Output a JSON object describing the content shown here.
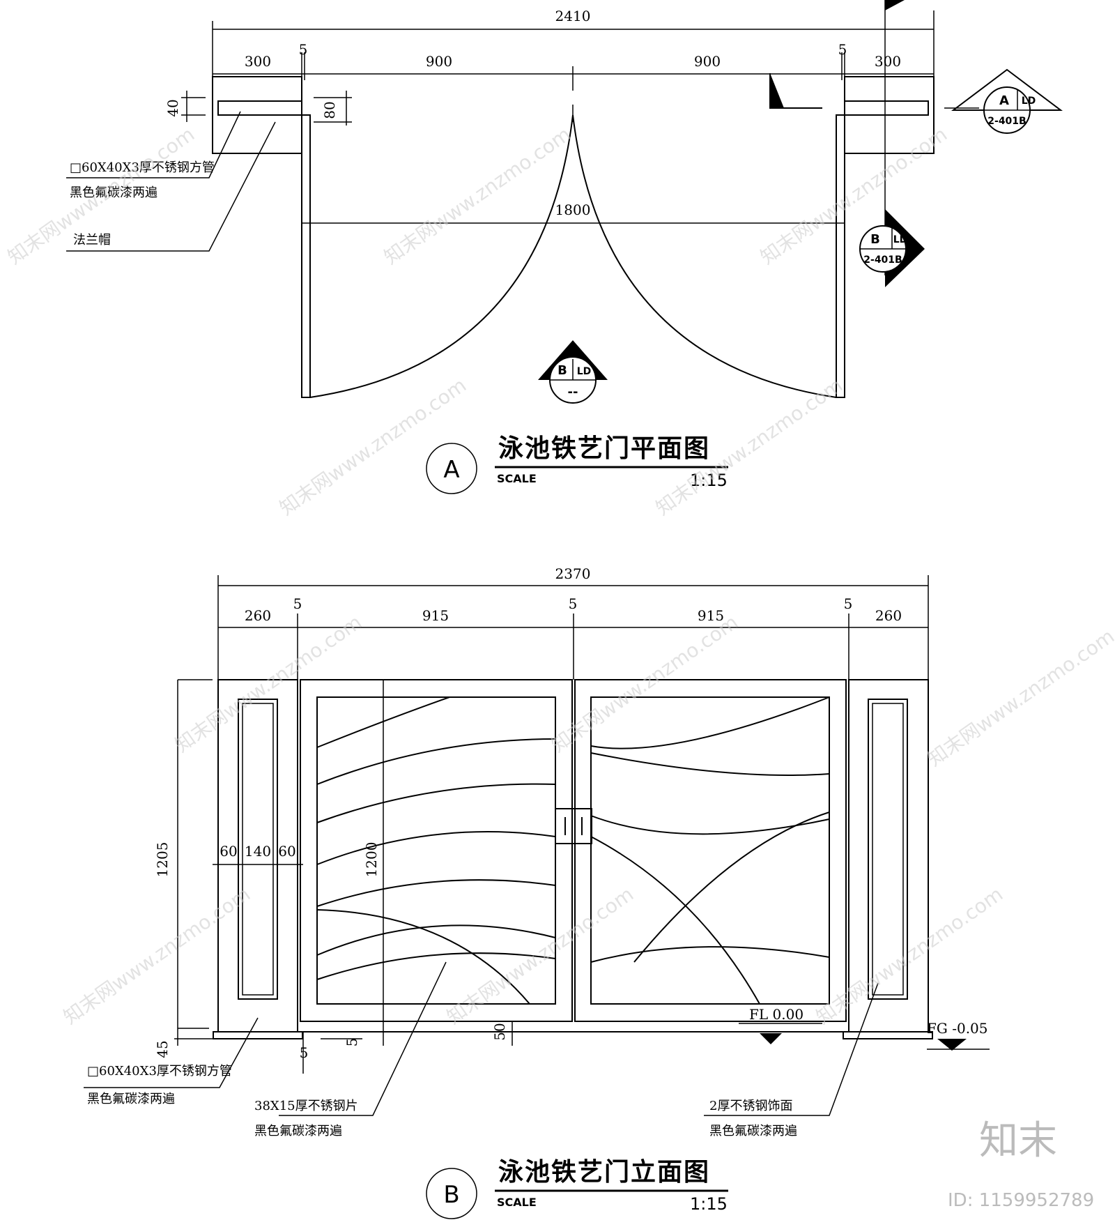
{
  "planView": {
    "dims": {
      "overall": "2410",
      "left_post": "300",
      "left_gap": "5",
      "leaf_left": "900",
      "leaf_right": "900",
      "right_gap": "5",
      "right_post": "300",
      "depth_40": "40",
      "depth_80": "80",
      "opening": "1800"
    },
    "notes": {
      "tube_line1": "□60X40X3厚不锈钢方管",
      "tube_line2": "黑色氟碳漆两遍",
      "flange": "法兰帽"
    },
    "title": "泳池铁艺门平面图",
    "circle_label": "A",
    "scale_label": "SCALE",
    "scale_value": "1:15"
  },
  "sectionMarks": {
    "a_letter": "A",
    "b_letter": "B",
    "ld": "LD",
    "sheet": "2-401B",
    "dash": "--"
  },
  "elevation": {
    "dims": {
      "overall": "2370",
      "post_left": "260",
      "gap1": "5",
      "leaf1": "915",
      "gap2": "5",
      "leaf2": "915",
      "gap3": "5",
      "post_right": "260",
      "height": "1205",
      "leaf_height": "1200",
      "s60a": "60",
      "s140": "140",
      "s60b": "60",
      "base45": "45",
      "bottom5": "5",
      "bottom50": "50",
      "small_5": "5"
    },
    "levels": {
      "fl": "FL 0.00",
      "fg": "FG -0.05"
    },
    "notes": {
      "tube_line1": "□60X40X3厚不锈钢方管",
      "tube_line2": "黑色氟碳漆两遍",
      "strip_line1": "38X15厚不锈钢片",
      "strip_line2": "黑色氟碳漆两遍",
      "face_line1": "2厚不锈钢饰面",
      "face_line2": "黑色氟碳漆两遍"
    },
    "title": "泳池铁艺门立面图",
    "circle_label": "B",
    "scale_label": "SCALE",
    "scale_value": "1:15"
  },
  "watermark": {
    "text": "知末网www.znzmo.com",
    "logo": "知末",
    "id": "ID: 1159952789"
  }
}
